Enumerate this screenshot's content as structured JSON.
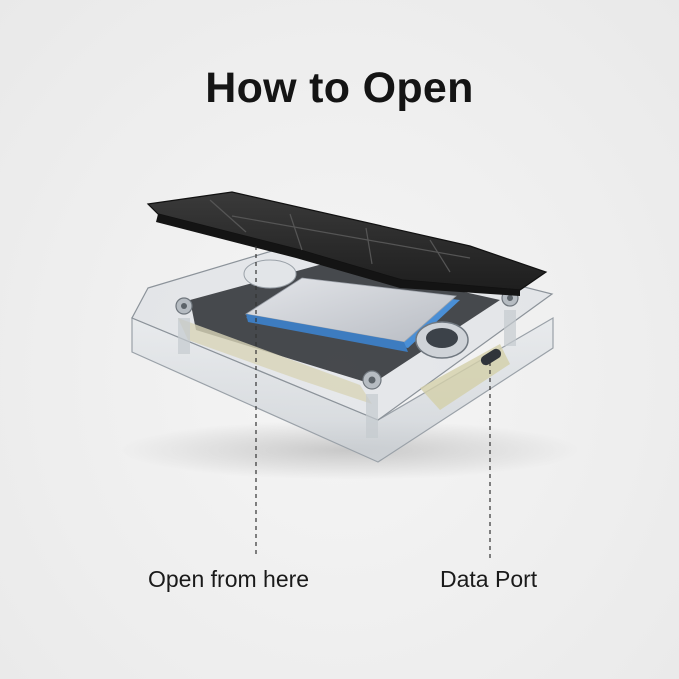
{
  "title": "How to Open",
  "callouts": {
    "open": "Open from here",
    "port": "Data Port"
  },
  "colors": {
    "background": "#efefef",
    "title": "#141414",
    "label": "#1a1a1a",
    "lid": "#2b2b2b",
    "ssd_blue": "#4a8fd6",
    "ssd_silver": "#c9ccd2"
  }
}
